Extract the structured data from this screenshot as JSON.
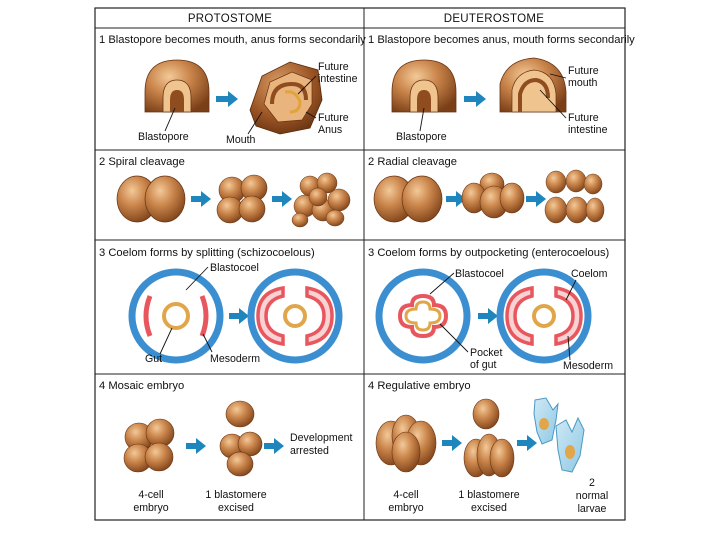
{
  "headers": {
    "protostome": "PROTOSTOME",
    "deuterostome": "DEUTEROSTOME"
  },
  "protostome": {
    "row1_title": "1 Blastopore becomes mouth, anus forms secondarily",
    "row1_labels": {
      "blastopore": "Blastopore",
      "mouth": "Mouth",
      "future_intestine_1": "Future",
      "future_intestine_2": "intestine",
      "future_anus_1": "Future",
      "future_anus_2": "Anus"
    },
    "row2_title": "2 Spiral cleavage",
    "row3_title": "3 Coelom forms by splitting (schizocoelous)",
    "row3_labels": {
      "blastocoel": "Blastocoel",
      "gut": "Gut",
      "mesoderm": "Mesoderm"
    },
    "row4_title": "4 Mosaic embryo",
    "row4_labels": {
      "dev_1": "Development",
      "dev_2": "arrested",
      "cell4_1": "4-cell",
      "cell4_2": "embryo",
      "blast_1": "1 blastomere",
      "blast_2": "excised"
    }
  },
  "deuterostome": {
    "row1_title": "1 Blastopore becomes anus, mouth forms secondarily",
    "row1_labels": {
      "blastopore": "Blastopore",
      "future_mouth_1": "Future",
      "future_mouth_2": "mouth",
      "future_intestine_1": "Future",
      "future_intestine_2": "intestine"
    },
    "row2_title": "2 Radial cleavage",
    "row3_title": "3 Coelom forms by outpocketing (enterocoelous)",
    "row3_labels": {
      "blastocoel": "Blastocoel",
      "coelom": "Coelom",
      "pocket_1": "Pocket",
      "pocket_2": "of gut",
      "mesoderm": "Mesoderm"
    },
    "row4_title": "4 Regulative embryo",
    "row4_labels": {
      "cell4_1": "4-cell",
      "cell4_2": "embryo",
      "blast_1": "1 blastomere",
      "blast_2": "excised",
      "larvae_1": "2",
      "larvae_2": "normal",
      "larvae_3": "larvae"
    }
  },
  "colors": {
    "embryo": "#b9713a",
    "embryo_light": "#e9b47e",
    "mesoderm": "#e8575e",
    "ring": "#3b8fd0",
    "arrow": "#1f86bd",
    "gut": "#e1a64a"
  }
}
